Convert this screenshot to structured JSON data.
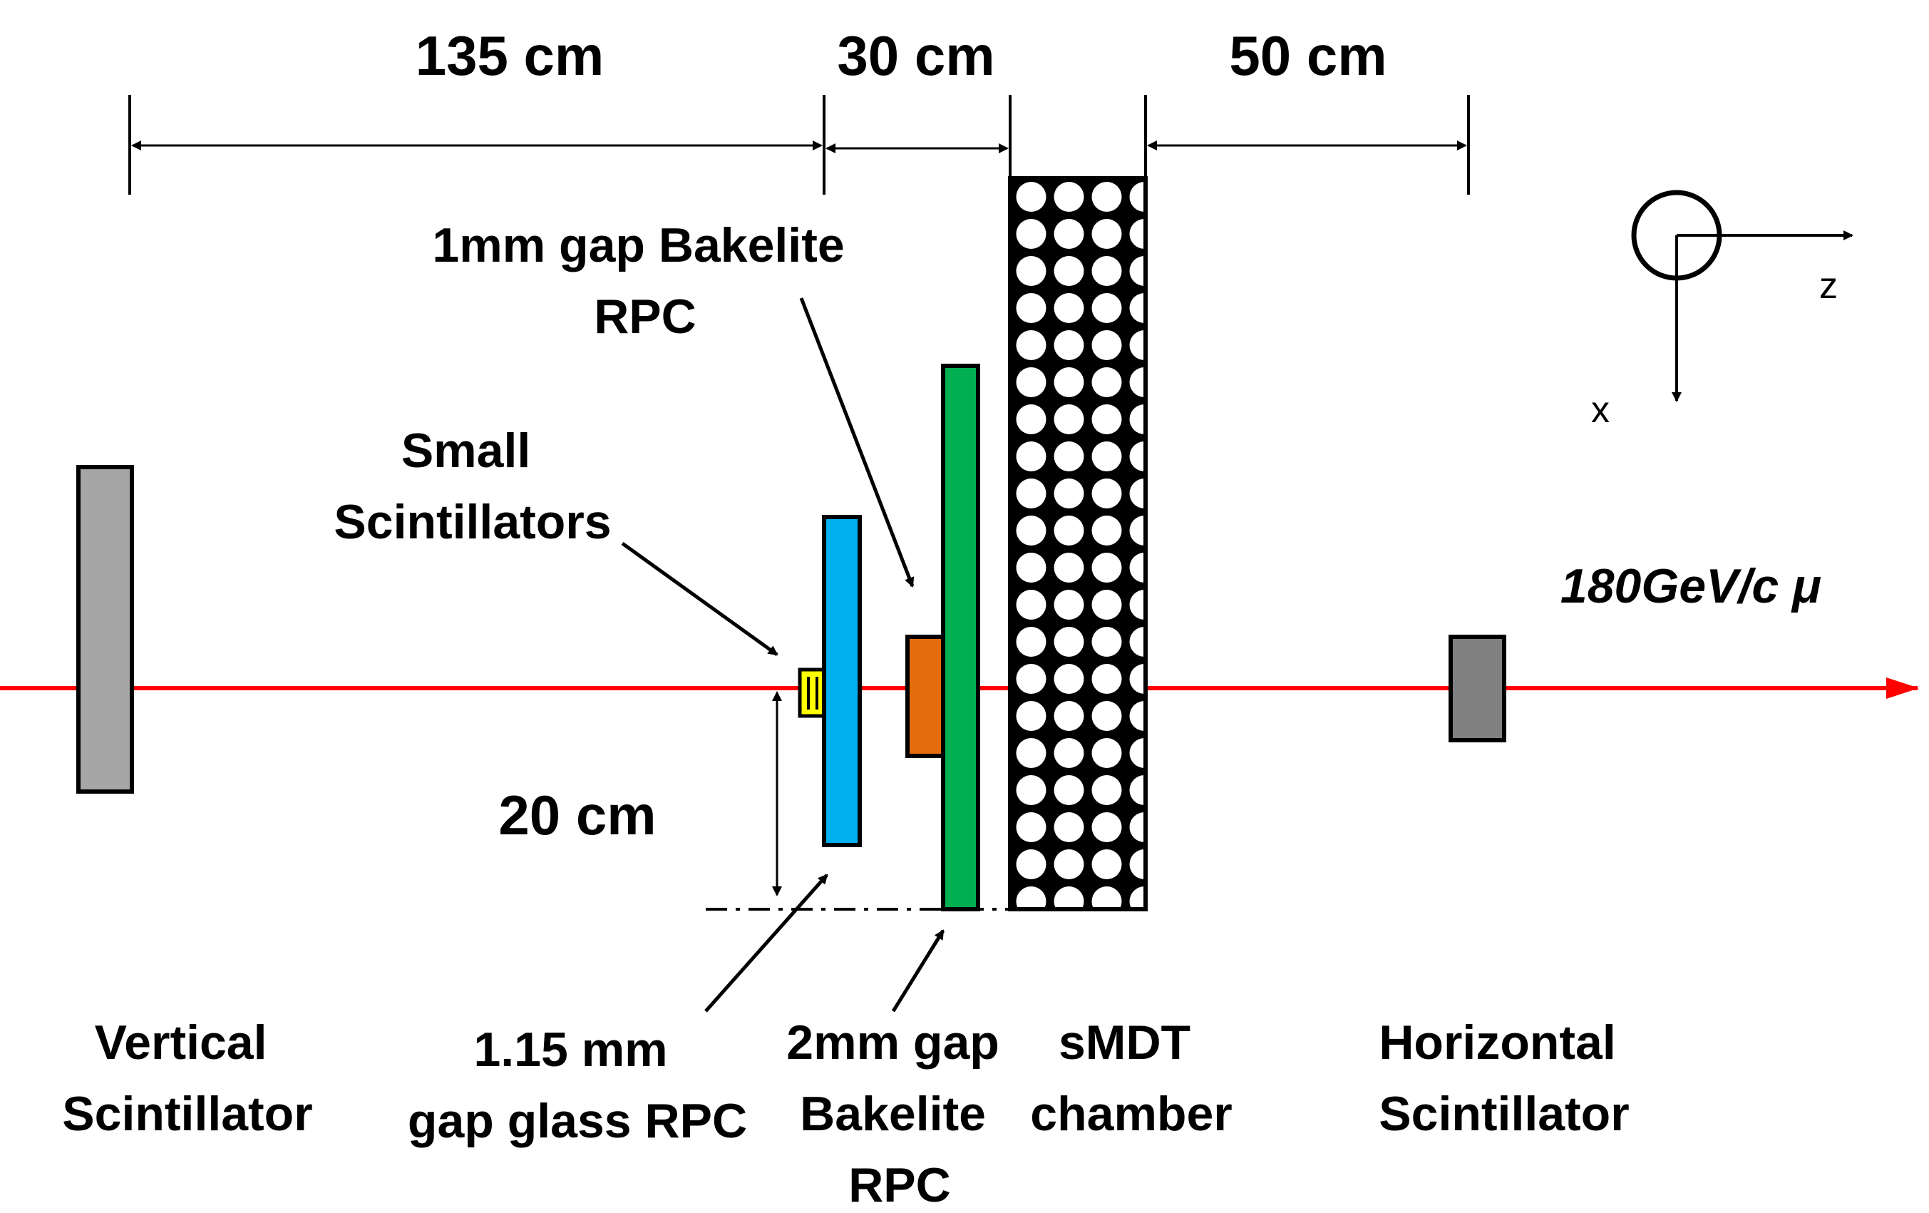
{
  "dimensions": {
    "d1": "135 cm",
    "d2": "30 cm",
    "d3": "50 cm",
    "height": "20 cm"
  },
  "labels": {
    "vertical_scint": [
      "Vertical",
      "Scintillator"
    ],
    "small_scint": [
      "Small",
      "Scintillators"
    ],
    "bakelite_1mm": [
      "1mm gap Bakelite",
      "RPC"
    ],
    "glass_rpc": [
      "1.15 mm",
      "gap glass RPC"
    ],
    "bakelite_2mm": [
      "2mm gap",
      "Bakelite",
      "RPC"
    ],
    "smdt": [
      "sMDT",
      "chamber"
    ],
    "horizontal_scint": [
      "Horizontal",
      "Scintillator"
    ],
    "beam": "180GeV/c μ"
  },
  "axes": {
    "z": "z",
    "x": "x"
  },
  "colors": {
    "beam": "#ff0000",
    "vertical_scint": "#a6a6a6",
    "horizontal_scint": "#808080",
    "glass_rpc": "#00b0f0",
    "bakelite_1mm": "#e46c0a",
    "bakelite_2mm": "#00b050",
    "small_scint": "#ffff00",
    "outline": "#000000"
  }
}
